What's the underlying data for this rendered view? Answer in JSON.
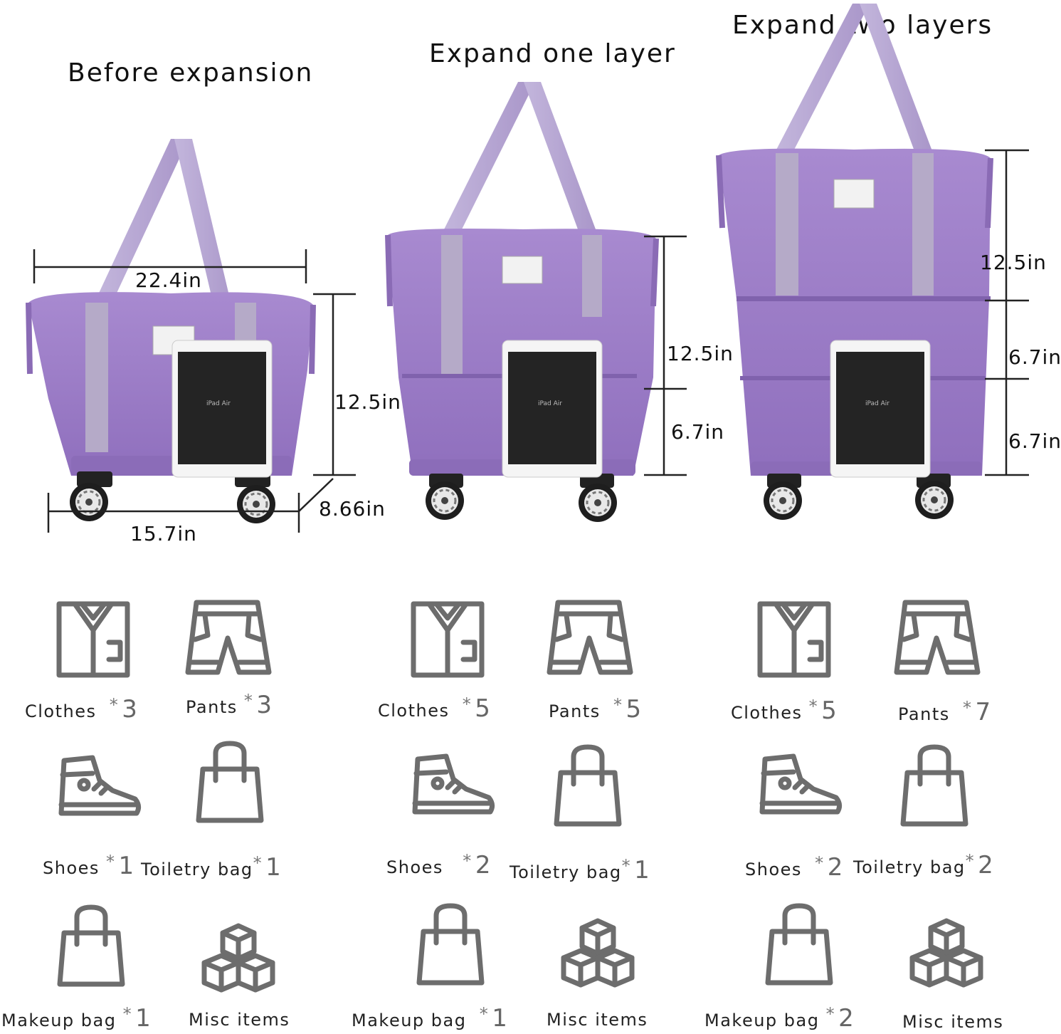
{
  "colors": {
    "bag_body": "#9d7ec5",
    "bag_dark": "#8463b0",
    "strap": "#b7a8d3",
    "tablet_frame": "#f4f4f4",
    "tablet_screen": "#242424",
    "wheel": "#222222",
    "icon": "#6d6d6d",
    "line": "#222222"
  },
  "panels": [
    {
      "title": "Before expansion",
      "dims": {
        "width_top": "22.4in",
        "height": "12.5in",
        "width_bottom": "15.7in",
        "depth": "8.66in"
      },
      "tablet": {
        "text": "iPad Air"
      },
      "items": {
        "clothes": {
          "label": "Clothes",
          "count": "3"
        },
        "pants": {
          "label": "Pants",
          "count": "3"
        },
        "shoes": {
          "label": "Shoes",
          "count": "1"
        },
        "toiletry": {
          "label": "Toiletry bag",
          "count": "1"
        },
        "makeup": {
          "label": "Makeup bag",
          "count": "1"
        },
        "misc": {
          "label": "Misc items"
        }
      }
    },
    {
      "title": "Expand one layer",
      "dims": {
        "height_top": "12.5in",
        "height_layer": "6.7in"
      },
      "tablet": {
        "text": "iPad Air"
      },
      "items": {
        "clothes": {
          "label": "Clothes",
          "count": "5"
        },
        "pants": {
          "label": "Pants",
          "count": "5"
        },
        "shoes": {
          "label": "Shoes",
          "count": "2"
        },
        "toiletry": {
          "label": "Toiletry bag",
          "count": "1"
        },
        "makeup": {
          "label": "Makeup bag",
          "count": "1"
        },
        "misc": {
          "label": "Misc items"
        }
      }
    },
    {
      "title": "Expand two layers",
      "dims": {
        "height_top": "12.5in",
        "height_layer1": "6.7in",
        "height_layer2": "6.7in"
      },
      "tablet": {
        "text": "iPad Air"
      },
      "items": {
        "clothes": {
          "label": "Clothes",
          "count": "5"
        },
        "pants": {
          "label": "Pants",
          "count": "7"
        },
        "shoes": {
          "label": "Shoes",
          "count": "2"
        },
        "toiletry": {
          "label": "Toiletry bag",
          "count": "2"
        },
        "makeup": {
          "label": "Makeup bag",
          "count": "2"
        },
        "misc": {
          "label": "Misc items"
        }
      }
    }
  ]
}
